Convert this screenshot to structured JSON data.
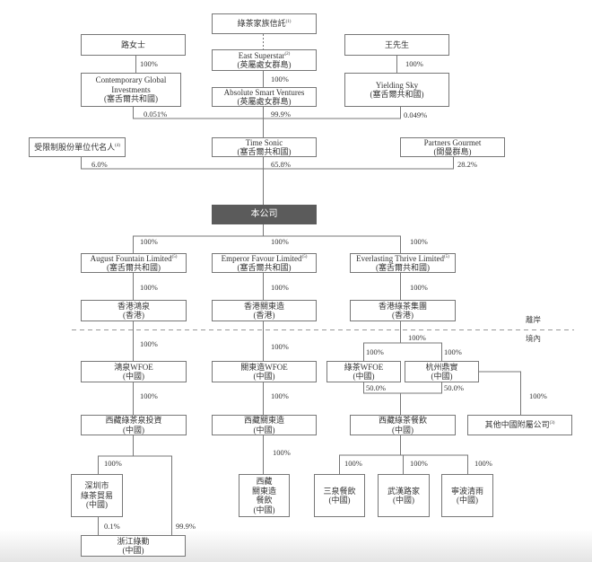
{
  "nodes": {
    "trust": {
      "lines": [
        "綠茶家族信託"
      ],
      "note": "(1)"
    },
    "lu": {
      "lines": [
        "路女士"
      ]
    },
    "wang": {
      "lines": [
        "王先生"
      ]
    },
    "east": {
      "lines": [
        "East Superstar",
        "(英屬處女群島)"
      ],
      "note": "(2)"
    },
    "cgi": {
      "lines": [
        "Contemporary Global",
        "Investments",
        "(塞舌爾共和國)"
      ]
    },
    "asv": {
      "lines": [
        "Absolute Smart Ventures",
        "(英屬處女群島)"
      ]
    },
    "ys": {
      "lines": [
        "Yielding Sky",
        "(塞舌爾共和國)"
      ]
    },
    "restricted": {
      "lines": [
        "受限制股份單位代名人"
      ],
      "note": "(4)"
    },
    "timesonic": {
      "lines": [
        "Time Sonic",
        "(塞舌爾共和國)"
      ]
    },
    "partners": {
      "lines": [
        "Partners Gourmet",
        "(開曼群島)"
      ]
    },
    "company": {
      "lines": [
        "本公司"
      ]
    },
    "af": {
      "lines": [
        "August Fountain Limited",
        "(塞舌爾共和國)"
      ],
      "note": "(5)"
    },
    "ef": {
      "lines": [
        "Emperor Favour Limited",
        "(塞舌爾共和國)"
      ],
      "note": "(5)"
    },
    "et": {
      "lines": [
        "Everlasting Thrive Limited",
        "(塞舌爾共和國)"
      ],
      "note": "(5)"
    },
    "hk1": {
      "lines": [
        "香港鴻泉",
        "(香港)"
      ]
    },
    "hk2": {
      "lines": [
        "香港關東造",
        "(香港)"
      ]
    },
    "hk3": {
      "lines": [
        "香港綠茶集團",
        "(香港)"
      ]
    },
    "wfoe1": {
      "lines": [
        "鴻泉WFOE",
        "(中國)"
      ]
    },
    "wfoe2": {
      "lines": [
        "關東造WFOE",
        "(中國)"
      ]
    },
    "wfoe3": {
      "lines": [
        "綠茶WFOE",
        "(中國)"
      ]
    },
    "hz": {
      "lines": [
        "杭州鼎實",
        "(中國)"
      ]
    },
    "xz1": {
      "lines": [
        "西藏綠茶泉投資",
        "(中國)"
      ]
    },
    "xz2": {
      "lines": [
        "西藏關東造",
        "(中國)"
      ]
    },
    "xz3": {
      "lines": [
        "西藏綠茶餐飲",
        "(中國)"
      ]
    },
    "other": {
      "lines": [
        "其他中國附屬公司"
      ],
      "note": "(3)"
    },
    "sz": {
      "lines": [
        "深圳市",
        "綠茶貿易",
        "(中國)"
      ]
    },
    "xzf": {
      "lines": [
        "西藏",
        "關東造",
        "餐飲",
        "(中國)"
      ]
    },
    "sq": {
      "lines": [
        "三泉餐飲",
        "(中國)"
      ]
    },
    "wh": {
      "lines": [
        "武漢路家",
        "(中國)"
      ]
    },
    "nb": {
      "lines": [
        "寧波清雨",
        "(中國)"
      ]
    },
    "zj": {
      "lines": [
        "浙江綠勤",
        "(中國)"
      ]
    }
  },
  "percentages": [
    "100%",
    "100%",
    "100%",
    "0.051%",
    "99.9%",
    "0.049%",
    "6.0%",
    "65.8%",
    "28.2%",
    "100%",
    "100%",
    "100%",
    "100%",
    "100%",
    "100%",
    "100%",
    "100%",
    "100%",
    "100%",
    "50.0%",
    "50.0%",
    "100%",
    "100%",
    "100%",
    "100%",
    "100%",
    "100%",
    "100%",
    "100%",
    "100%",
    "0.1%",
    "99.9%"
  ],
  "offshore_label": "離岸",
  "onshore_label": "境內",
  "colors": {
    "company_box": "#5b5b5b",
    "line": "#777777"
  }
}
